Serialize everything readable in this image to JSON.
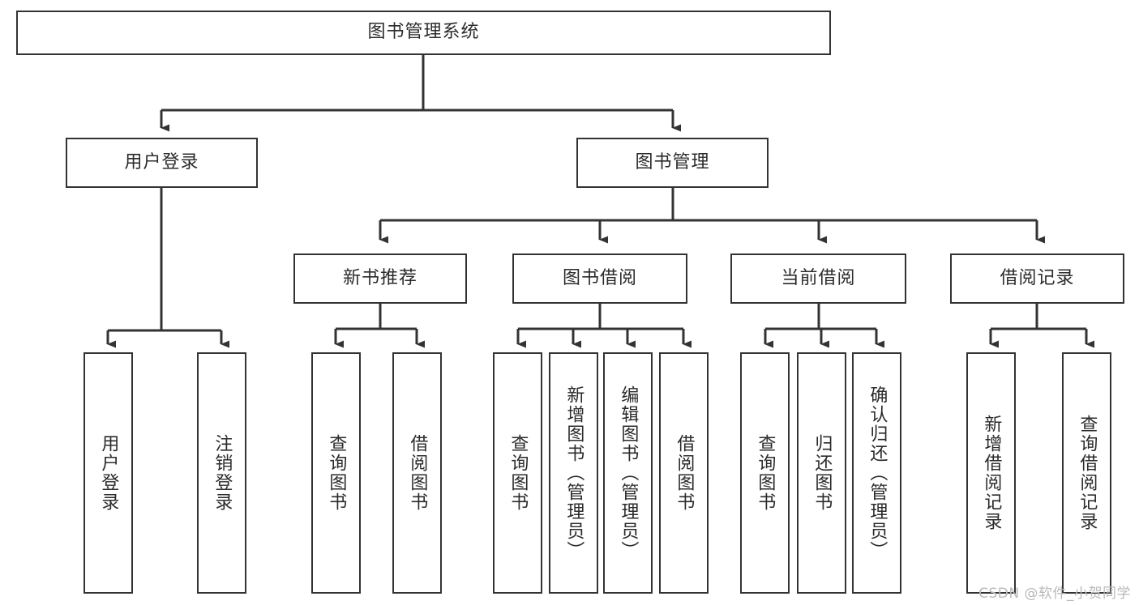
{
  "diagram": {
    "title": "图书管理系统",
    "type": "tree-hierarchy-diagram",
    "colors": {
      "node_border": "#333333",
      "node_fill": "#ffffff",
      "edge": "#333333",
      "text": "#2b2b2b",
      "watermark": "#b9b9b9",
      "background": "#ffffff"
    },
    "nodes": {
      "root": {
        "label": "图书管理系统"
      },
      "level2": [
        {
          "label": "用户登录"
        },
        {
          "label": "图书管理"
        }
      ],
      "level3": [
        {
          "label": "新书推荐"
        },
        {
          "label": "图书借阅"
        },
        {
          "label": "当前借阅"
        },
        {
          "label": "借阅记录"
        }
      ],
      "leaves": {
        "user_login": [
          {
            "label": "用户登录"
          },
          {
            "label": "注销登录"
          }
        ],
        "new_book_recommend": [
          {
            "label": "查询图书"
          },
          {
            "label": "借阅图书"
          }
        ],
        "book_borrow": [
          {
            "label": "查询图书"
          },
          {
            "label": "新增图书（管理员）"
          },
          {
            "label": "编辑图书（管理员）"
          },
          {
            "label": "借阅图书"
          }
        ],
        "current_borrow": [
          {
            "label": "查询图书"
          },
          {
            "label": "归还图书"
          },
          {
            "label": "确认归还（管理员）"
          }
        ],
        "borrow_record": [
          {
            "label": "新增借阅记录"
          },
          {
            "label": "查询借阅记录"
          }
        ]
      }
    },
    "watermark": "CSDN @软件_小贺同学"
  }
}
